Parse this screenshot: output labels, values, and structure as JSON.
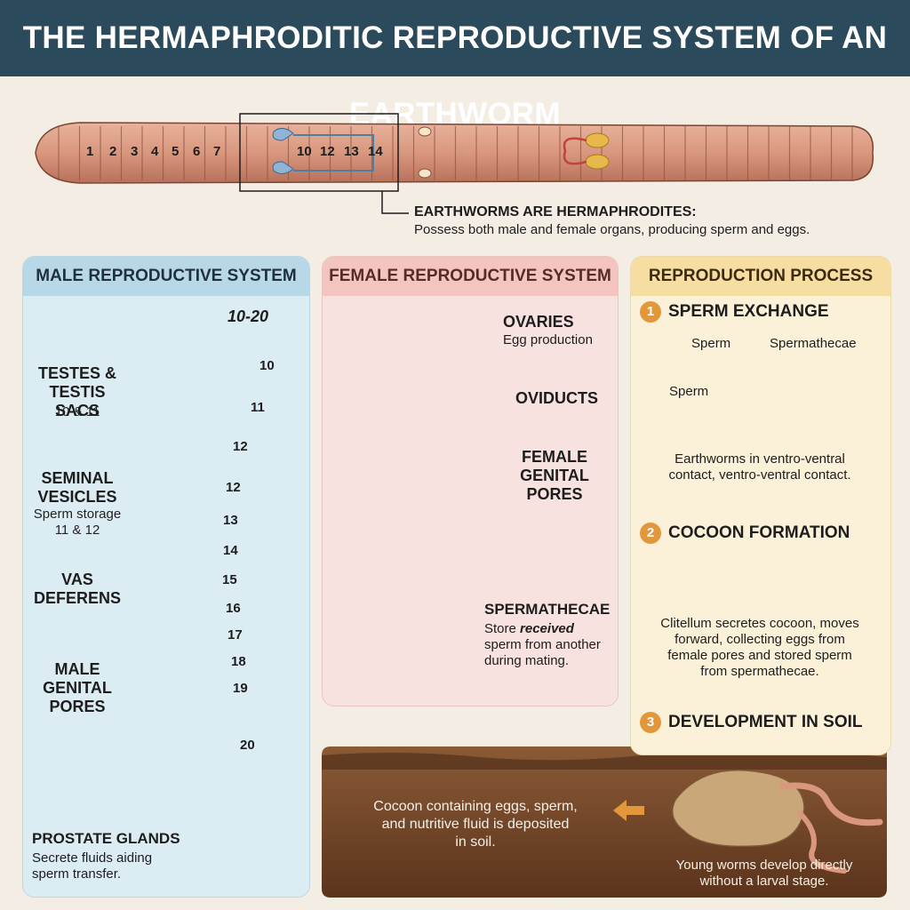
{
  "title": "THE HERMAPHRODITIC REPRODUCTIVE SYSTEM OF AN EARTHWORM",
  "worm": {
    "segments": [
      "1",
      "2",
      "3",
      "4",
      "5",
      "6",
      "7",
      "10",
      "12",
      "13",
      "14"
    ],
    "callout_title": "EARTHWORMS ARE HERMAPHRODITES:",
    "callout_text": "Possess both male and female organs, producing sperm and eggs."
  },
  "male": {
    "title": "MALE REPRODUCTIVE SYSTEM",
    "range": "10-20",
    "segment_numbers": [
      "10",
      "11",
      "12",
      "12",
      "13",
      "14",
      "15",
      "16",
      "17",
      "18",
      "19",
      "20"
    ],
    "testes_label": "TESTES &\nTESTIS SACS",
    "testes_sub": "10 & 11",
    "vesicles_label": "SEMINAL\nVESICLES",
    "vesicles_sub": "Sperm storage\n11 & 12",
    "vas_label": "VAS\nDEFERENS",
    "pores_label": "MALE\nGENITAL\nPORES",
    "prostate_label": "PROSTATE GLANDS",
    "prostate_sub": "Secrete fluids aiding\nsperm transfer."
  },
  "female": {
    "title": "FEMALE REPRODUCTIVE SYSTEM",
    "ovaries_label": "OVARIES",
    "ovaries_sub": "Egg production",
    "oviducts_label": "OVIDUCTS",
    "pores_label": "FEMALE\nGENITAL\nPORES",
    "sperm_label": "SPERMATHECAE",
    "sperm_sub_1": "Store ",
    "sperm_sub_em": "received",
    "sperm_sub_2": "sperm from another\nduring mating."
  },
  "process": {
    "title": "REPRODUCTION PROCESS",
    "step1_num": "1",
    "step1_title": "SPERM EXCHANGE",
    "step1_label_a": "Sperm",
    "step1_label_b": "Spermathecae",
    "step1_label_c": "Sperm",
    "step1_text": "Earthworms in ventro-ventral\ncontact,  ventro-ventral contact.",
    "step2_num": "2",
    "step2_title": "COCOON FORMATION",
    "step2_text": "Clitellum secretes cocoon, moves\nforward, collecting eggs from\nfemale pores and stored sperm\nfrom spermathecae.",
    "step3_num": "3",
    "step3_title": "DEVELOPMENT IN SOIL"
  },
  "soil": {
    "cocoon_text": "Cocoon containing eggs, sperm,\nand nutritive fluid is deposited\nin soil.",
    "young_text": "Young worms develop directly\nwithout a larval stage."
  },
  "colors": {
    "header": "#2b4a5c",
    "worm": "#d9977e",
    "male_organs": "#8fb4d8",
    "female_organs": "#e7b84a",
    "soil": "#6b3f22",
    "accent": "#e2983a"
  }
}
